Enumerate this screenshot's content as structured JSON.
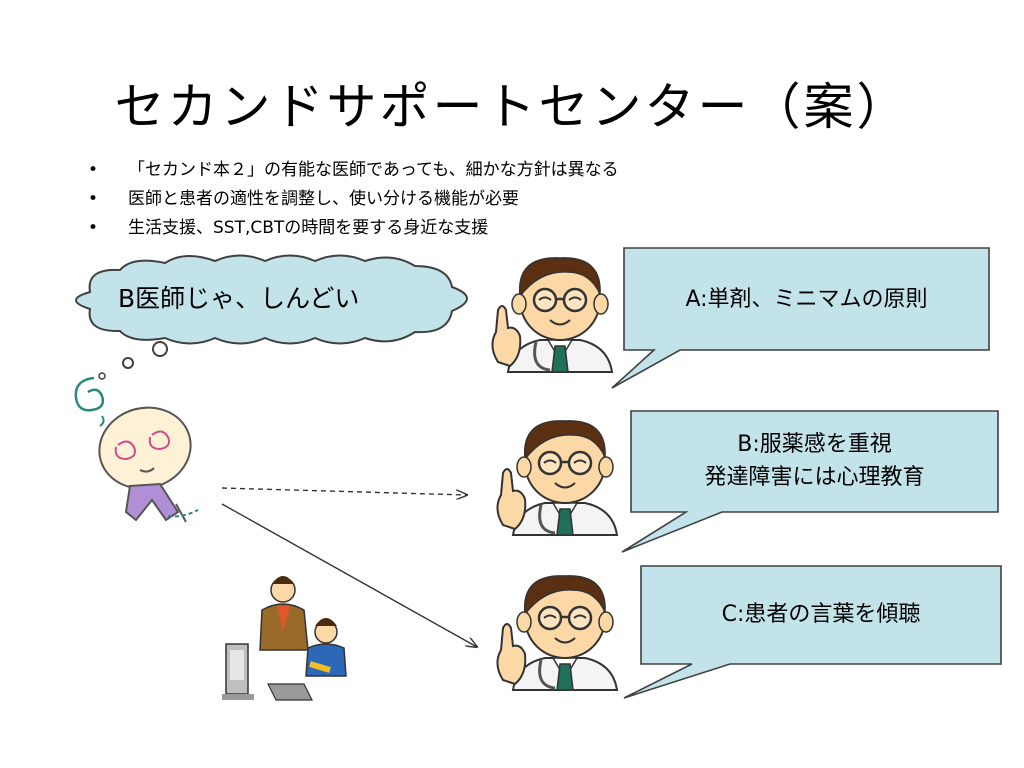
{
  "slide": {
    "title": "セカンドサポートセンター（案）",
    "bullets": [
      "「セカンド本２」の有能な医師であっても、細かな方針は異なる",
      "医師と患者の適性を調整し、使い分ける機能が必要",
      "生活支援、SST,CBTの時間を要する身近な支援"
    ],
    "bullet_glyph": "•",
    "thought_bubble": "B医師じゃ、しんどい",
    "callouts": {
      "a": "A:単剤、ミニマムの原則",
      "b_line1": "B:服薬感を重視",
      "b_line2": "発達障害には心理教育",
      "c": "C:患者の言葉を傾聴"
    },
    "colors": {
      "callout_fill": "#c3e3ea",
      "bubble_fill": "#c3e3ea",
      "outline": "#404040"
    }
  }
}
